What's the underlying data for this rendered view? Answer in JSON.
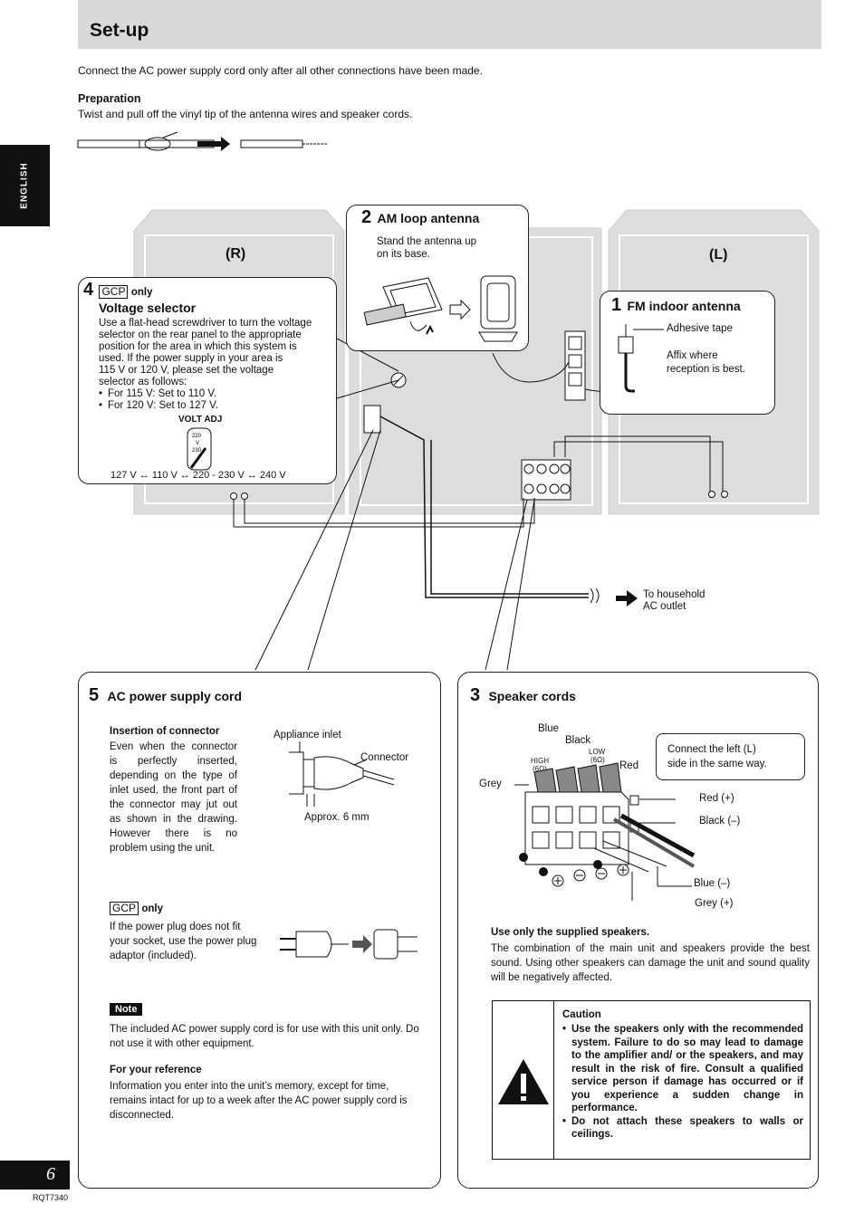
{
  "header": {
    "title": "Set-up"
  },
  "side_tab": {
    "language": "ENGLISH"
  },
  "intro": "Connect the AC power supply cord only after all other connections have been made.",
  "preparation": {
    "heading": "Preparation",
    "text": "Twist and pull off the vinyl tip of the antenna wires and speaker cords."
  },
  "diagram": {
    "right_label": "(R)",
    "left_label": "(L)",
    "outlet_label_1": "To household",
    "outlet_label_2": "AC outlet"
  },
  "step2": {
    "number": "2",
    "title": "AM loop antenna",
    "text_1": "Stand the antenna up",
    "text_2": "on its base."
  },
  "step1": {
    "number": "1",
    "title": "FM indoor antenna",
    "label_tape": "Adhesive tape",
    "label_affix_1": "Affix where",
    "label_affix_2": "reception is best."
  },
  "step4": {
    "number": "4",
    "gcp": "GCP",
    "only": "only",
    "title": "Voltage selector",
    "lines": [
      "Use a flat-head screwdriver to turn the voltage",
      "selector on the rear panel to the appropriate",
      "position for the area in which this system is",
      "used. If the power supply in your area is",
      "115 V or 120 V, please set the voltage",
      "selector as follows:"
    ],
    "bullets": [
      "For 115 V: Set to 110 V.",
      "For 120 V: Set to 127 V."
    ],
    "volt_adj": "VOLT ADJ",
    "dial_top": "220",
    "dial_mid": "V",
    "dial_bot": "230",
    "scale": "127 V ↔ 110 V ↔ 220 - 230 V ↔ 240 V"
  },
  "step5": {
    "number": "5",
    "title": "AC power supply cord",
    "insertion_heading": "Insertion of connector",
    "insertion_text": "Even when the connector is perfectly inserted, depending on the type of inlet used, the front part of the connector may jut out as shown in the drawing. However there is no problem using the unit.",
    "label_inlet": "Appliance inlet",
    "label_connector": "Connector",
    "label_approx": "Approx. 6 mm",
    "gcp": "GCP",
    "only": "only",
    "gcp_text": "If the power plug does not fit your socket, use the power plug adaptor (included).",
    "note_badge": "Note",
    "note_text": "The included AC power supply cord is for use with this unit only. Do not use it with other equipment.",
    "reference_heading": "For your reference",
    "reference_text": "Information you enter into the unit’s memory, except for time, remains intact for up to a week after the AC power supply cord is disconnected."
  },
  "step3": {
    "number": "3",
    "title": "Speaker cords",
    "label_blue": "Blue",
    "label_black": "Black",
    "label_high": "HIGH",
    "label_high_ohm": "(6Ω)",
    "label_low": "LOW",
    "label_low_ohm": "(6Ω)",
    "label_red": "Red",
    "label_grey": "Grey",
    "callout_1": "Connect the left (L)",
    "callout_2": "side in the same way.",
    "label_red_plus": "Red (+)",
    "label_black_minus": "Black (–)",
    "label_blue_minus": "Blue (–)",
    "label_grey_plus": "Grey (+)",
    "use_heading": "Use only the supplied speakers.",
    "use_text": "The combination of the main unit and speakers provide the best sound. Using other speakers can damage the unit and sound quality will be negatively affected.",
    "caution_heading": "Caution",
    "caution_bullets": [
      "Use the speakers only with the recommended system. Failure to do so may lead to damage to the amplifier and/ or the speakers, and may result in the risk of fire. Consult a qualified service person if damage has occurred or if you experience a sudden change in performance.",
      "Do not attach these speakers to walls or ceilings."
    ]
  },
  "footer": {
    "page_number": "6",
    "code": "RQT7340"
  }
}
